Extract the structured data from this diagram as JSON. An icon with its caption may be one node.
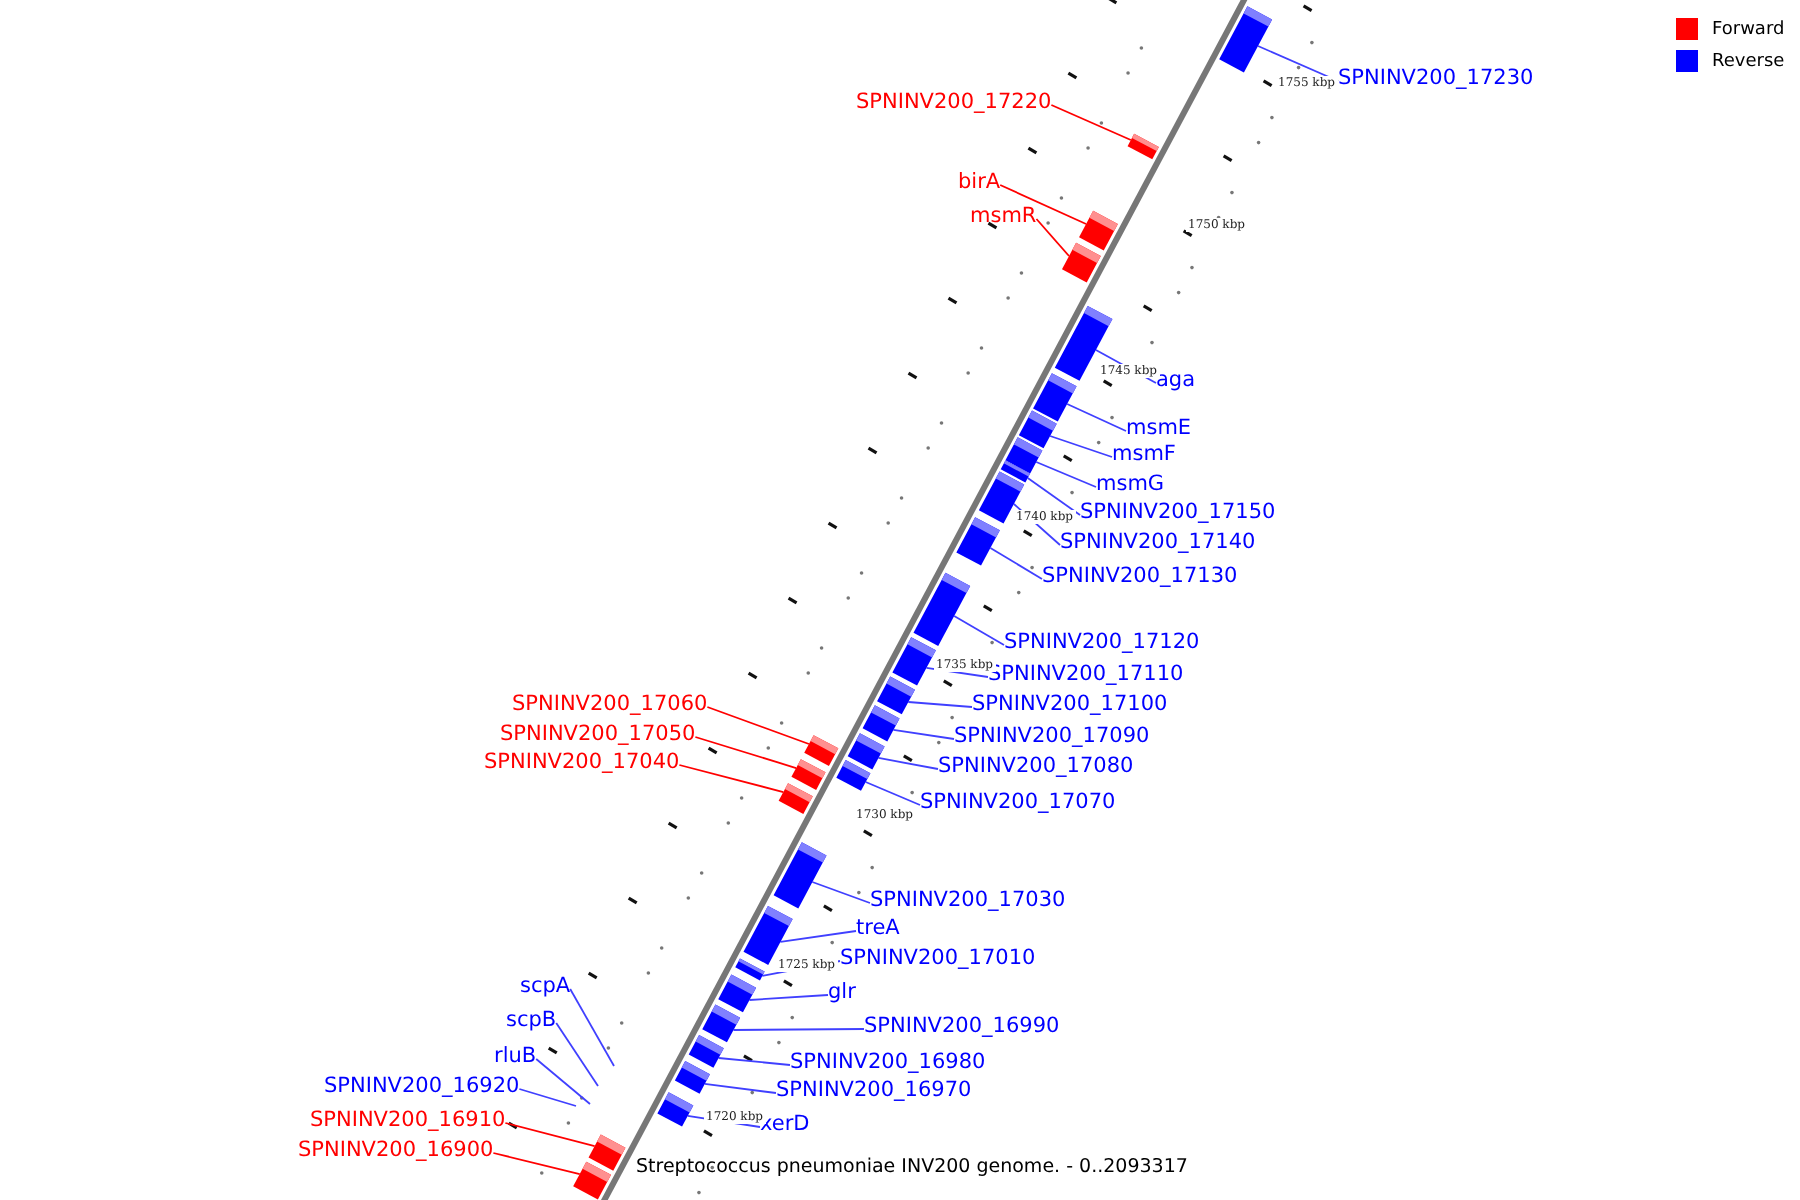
{
  "diagram": {
    "caption": "Streptococcus pneumoniae INV200 genome. - 0..2093317",
    "nodes": [
      {
        "text": [
          "SPNINV200_17230"
        ]
      },
      {
        "text": [],
        "shape": "box"
      },
      {
        "text": [
          "SPNINV200_17220"
        ]
      },
      {
        "text": [],
        "shape": "box"
      },
      {
        "text": [
          "birA"
        ]
      },
      {
        "text": [],
        "shape": "box"
      },
      {
        "text": [
          "msmR"
        ]
      },
      {
        "text": [],
        "shape": "box"
      },
      {
        "text": [
          "aga"
        ]
      },
      {
        "text": [],
        "shape": "box"
      },
      {
        "text": [
          "msmE"
        ]
      },
      {
        "text": [],
        "shape": "box"
      },
      {
        "text": [
          "msmF"
        ]
      },
      {
        "text": [],
        "shape": "box"
      },
      {
        "text": [
          "msmG"
        ]
      },
      {
        "text": [],
        "shape": "box"
      },
      {
        "text": [
          "SPNINV200_17150"
        ]
      },
      {
        "text": [],
        "shape": "box"
      },
      {
        "text": [
          "SPNINV200_17140"
        ]
      },
      {
        "text": [],
        "shape": "box"
      },
      {
        "text": [
          "SPNINV200_17130"
        ]
      },
      {
        "text": [],
        "shape": "box"
      },
      {
        "text": [
          "SPNINV200_17120"
        ]
      },
      {
        "text": [],
        "shape": "box"
      },
      {
        "text": [
          "SPNINV200_17110"
        ]
      },
      {
        "text": [],
        "shape": "box"
      },
      {
        "text": [
          "SPNINV200_17100"
        ]
      },
      {
        "text": [],
        "shape": "box"
      },
      {
        "text": [
          "SPNINV200_17060"
        ]
      },
      {
        "text": [],
        "shape": "box"
      },
      {
        "text": [
          "SPNINV200_17090"
        ]
      },
      {
        "text": [],
        "shape": "box"
      },
      {
        "text": [
          "SPNINV200_17050"
        ]
      },
      {
        "text": [],
        "shape": "box"
      },
      {
        "text": [
          "SPNINV200_17080"
        ]
      },
      {
        "text": [],
        "shape": "box"
      },
      {
        "text": [
          "SPNINV200_17040"
        ]
      },
      {
        "text": [],
        "shape": "box"
      },
      {
        "text": [
          "SPNINV200_17070"
        ]
      },
      {
        "text": [],
        "shape": "box"
      },
      {
        "text": [
          "SPNINV200_17030"
        ]
      },
      {
        "text": [],
        "shape": "box"
      },
      {
        "text": [
          "treA"
        ]
      },
      {
        "text": [],
        "shape": "box"
      },
      {
        "text": [
          "SPNINV200_17010"
        ]
      },
      {
        "text": [],
        "shape": "box"
      },
      {
        "text": [
          "scpA"
        ]
      },
      {
        "text": [
          "glr"
        ]
      },
      {
        "text": [],
        "shape": "box"
      },
      {
        "text": [
          "scpB"
        ]
      },
      {
        "text": [
          "SPNINV200_16990"
        ]
      },
      {
        "text": [],
        "shape": "box"
      },
      {
        "text": [
          "rluB"
        ]
      },
      {
        "text": [
          "SPNINV200_16980"
        ]
      },
      {
        "text": [],
        "shape": "box"
      },
      {
        "text": [
          "SPNINV200_16920"
        ]
      },
      {
        "text": [
          "SPNINV200_16970"
        ]
      },
      {
        "text": [],
        "shape": "box"
      },
      {
        "text": [
          "SPNINV200_16910"
        ]
      },
      {
        "text": [],
        "shape": "box"
      },
      {
        "text": [
          "xerD"
        ]
      },
      {
        "text": [],
        "shape": "box"
      },
      {
        "text": [
          "SPNINV200_16900"
        ]
      },
      {
        "text": [],
        "shape": "box"
      }
    ],
    "edges": [
      {
        "from": 0,
        "to": 1,
        "arrow": "none"
      },
      {
        "from": 2,
        "to": 3,
        "arrow": "none",
        "color": "#ff0000"
      },
      {
        "from": 4,
        "to": 5,
        "arrow": "none",
        "color": "#ff0000"
      },
      {
        "from": 6,
        "to": 7,
        "arrow": "none",
        "color": "#ff0000"
      },
      {
        "from": 8,
        "to": 9,
        "arrow": "none"
      },
      {
        "from": 10,
        "to": 11,
        "arrow": "none"
      },
      {
        "from": 12,
        "to": 13,
        "arrow": "none"
      },
      {
        "from": 14,
        "to": 15,
        "arrow": "none"
      },
      {
        "from": 16,
        "to": 17,
        "arrow": "none"
      },
      {
        "from": 18,
        "to": 19,
        "arrow": "none"
      },
      {
        "from": 20,
        "to": 21,
        "arrow": "none"
      },
      {
        "from": 22,
        "to": 23,
        "arrow": "none"
      },
      {
        "from": 24,
        "to": 25,
        "arrow": "none"
      },
      {
        "from": 26,
        "to": 27,
        "arrow": "none"
      },
      {
        "from": 28,
        "to": 29,
        "arrow": "none",
        "color": "#ff0000"
      },
      {
        "from": 30,
        "to": 31,
        "arrow": "none"
      },
      {
        "from": 32,
        "to": 33,
        "arrow": "none",
        "color": "#ff0000"
      },
      {
        "from": 34,
        "to": 35,
        "arrow": "none"
      },
      {
        "from": 36,
        "to": 37,
        "arrow": "none",
        "color": "#ff0000"
      },
      {
        "from": 38,
        "to": 39,
        "arrow": "none"
      },
      {
        "from": 40,
        "to": 41,
        "arrow": "none"
      },
      {
        "from": 42,
        "to": 43,
        "arrow": "none"
      },
      {
        "from": 44,
        "to": 45,
        "arrow": "none"
      },
      {
        "from": 46,
        "to": null,
        "arrow": "none"
      },
      {
        "from": 47,
        "to": 48,
        "arrow": "none"
      },
      {
        "from": 49,
        "to": null,
        "arrow": "none"
      },
      {
        "from": 50,
        "to": 51,
        "arrow": "none"
      },
      {
        "from": 52,
        "to": null,
        "arrow": "none"
      },
      {
        "from": 53,
        "to": 54,
        "arrow": "none"
      },
      {
        "from": 55,
        "to": null,
        "arrow": "none"
      },
      {
        "from": 56,
        "to": 57,
        "arrow": "none"
      },
      {
        "from": 58,
        "to": 59,
        "arrow": "none",
        "color": "#ff0000"
      },
      {
        "from": 60,
        "to": 61,
        "arrow": "none"
      },
      {
        "from": 62,
        "to": 63,
        "arrow": "none",
        "color": "#ff0000"
      }
    ],
    "labels": [
      "1755 kbp",
      "1750 kbp",
      "1745 kbp",
      "1740 kbp",
      "1735 kbp",
      "1730 kbp",
      "1725 kbp",
      "1720 kbp"
    ],
    "legend": [
      {
        "text": "Forward",
        "color": "#ff0000"
      },
      {
        "text": "Reverse",
        "color": "#0000ff"
      }
    ]
  }
}
